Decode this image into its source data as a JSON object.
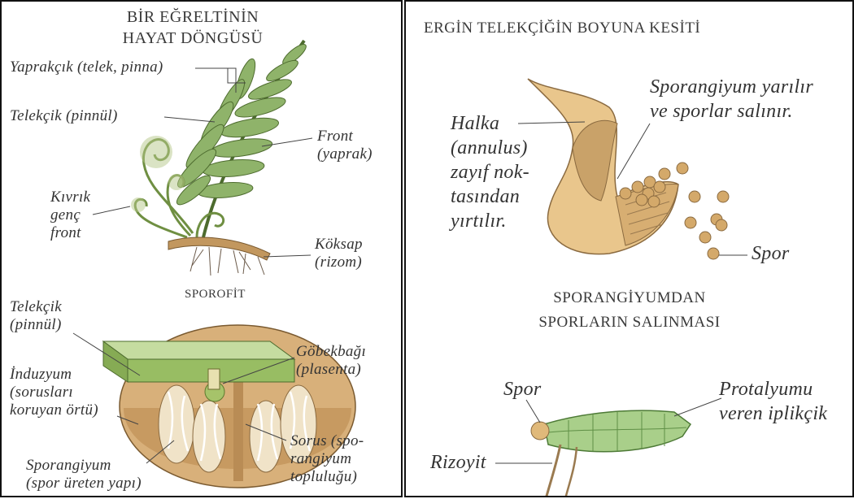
{
  "left": {
    "title_line1": "BİR EĞRELTİNİN",
    "title_line2": "HAYAT DÖNGÜSÜ",
    "yaprakcik": "Yaprakçık (telek, pinna)",
    "telekcik": "Telekçik (pinnül)",
    "front": "Front",
    "front2": "(yaprak)",
    "kivrik": "Kıvrık",
    "kivrik2": "genç",
    "kivrik3": "front",
    "koksap": "Köksap",
    "koksap2": "(rizom)",
    "sporofit": "SPOROFİT",
    "telekcik_b": "Telekçik",
    "telekcik_b2": "(pinnül)",
    "induzyum": "İnduzyum",
    "induzyum2": "(sorusları",
    "induzyum3": "koruyan örtü)",
    "gobekbagi": "Göbekbağı",
    "gobekbagi2": "(plasenta)",
    "sporangiyum": "Sporangiyum",
    "sporangiyum2": "(spor üreten yapı)",
    "sorus": "Sorus (spo-",
    "sorus2": "rangiyum",
    "sorus3": "topluluğu)"
  },
  "right": {
    "title": "ERGİN TELEKÇİĞİN BOYUNA KESİTİ",
    "halka1": "Halka",
    "halka2": "(annulus)",
    "halka3": "zayıf nok-",
    "halka4": "tasından",
    "halka5": "yırtılır.",
    "sporangiyum_yarilir1": "Sporangiyum yarılır",
    "sporangiyum_yarilir2": "ve sporlar salınır.",
    "spor": "Spor",
    "caption1": "SPORANGİYUMDAN",
    "caption2": "SPORLARIN SALINMASI",
    "spor_b": "Spor",
    "protalyum1": "Protalyumu",
    "protalyum2": "veren iplikçik",
    "rizoyit": "Rizoyit"
  }
}
